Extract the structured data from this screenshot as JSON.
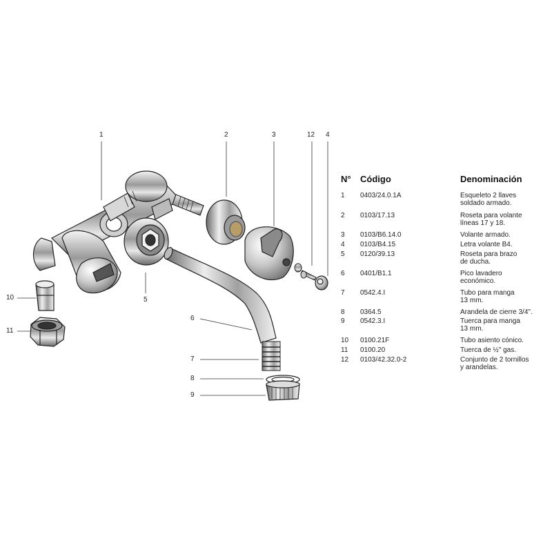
{
  "callouts": [
    "1",
    "2",
    "3",
    "12",
    "4",
    "5",
    "6",
    "7",
    "8",
    "9",
    "10",
    "11"
  ],
  "table": {
    "headers": {
      "num": "N°",
      "code": "Código",
      "name": "Denominación"
    },
    "rows": [
      {
        "num": "1",
        "code": "0403/24.0.1A",
        "name": "Esqueleto 2 llaves\nsoldado armado."
      },
      {
        "num": "2",
        "code": "0103/17.13",
        "name": "Roseta para volante\nlíneas 17 y 18."
      },
      {
        "num": "3",
        "code": "0103/B6.14.0",
        "name": "Volante armado."
      },
      {
        "num": "4",
        "code": "0103/B4.15",
        "name": "Letra volante B4."
      },
      {
        "num": "5",
        "code": "0120/39.13",
        "name": "Roseta para brazo\nde ducha."
      },
      {
        "num": "6",
        "code": "0401/B1.1",
        "name": "Pico lavadero\neconómico."
      },
      {
        "num": "7",
        "code": "0542.4.I",
        "name": "Tubo para manga\n13 mm."
      },
      {
        "num": "8",
        "code": "0364.5",
        "name": "Arandela de cierre 3/4\"."
      },
      {
        "num": "9",
        "code": "0542.3.I",
        "name": "Tuerca para manga\n13 mm."
      },
      {
        "num": "10",
        "code": "0100.21F",
        "name": "Tubo asiento cónico."
      },
      {
        "num": "11",
        "code": "0100.20",
        "name": "Tuerca de ½\" gas."
      },
      {
        "num": "12",
        "code": "0103/42.32.0-2",
        "name": "Conjunto de 2 tornillos\ny arandelas."
      }
    ]
  }
}
